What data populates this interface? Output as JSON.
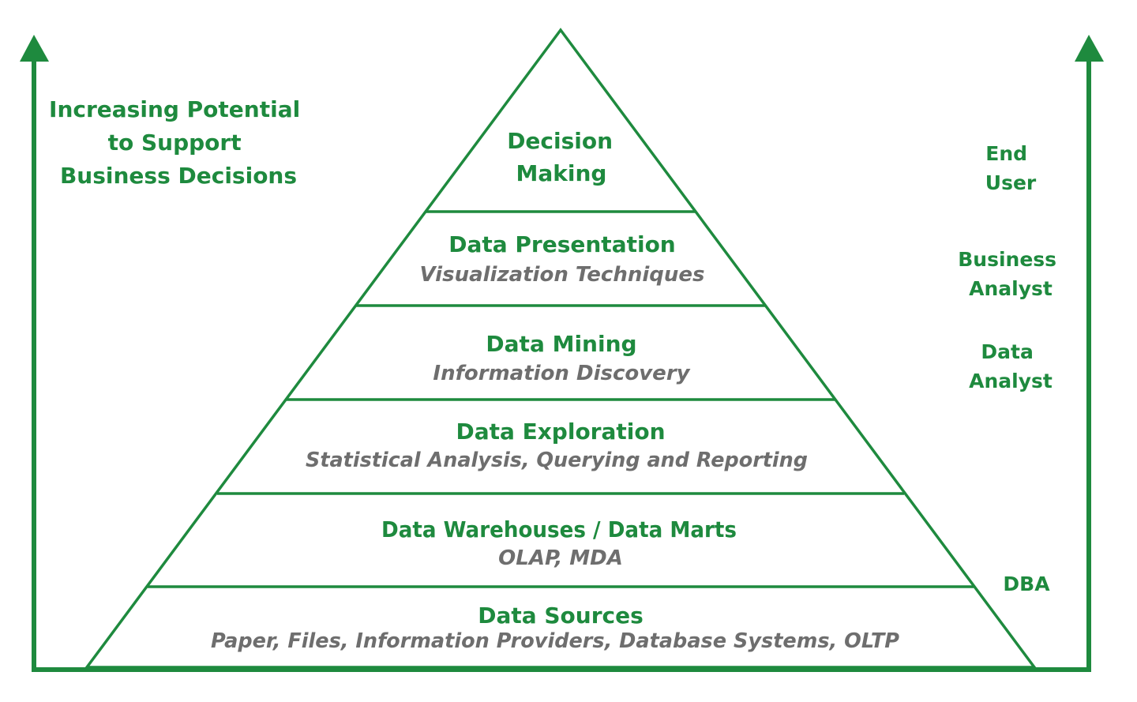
{
  "colors": {
    "accent": "#1e8a3e",
    "subtitle": "#6e6e6e",
    "background": "#ffffff"
  },
  "left_label": {
    "lines": [
      "Increasing Potential",
      "to Support",
      "Business Decisions"
    ]
  },
  "pyramid": {
    "levels": [
      {
        "title_lines": [
          "Decision",
          "Making"
        ],
        "subtitle": ""
      },
      {
        "title_lines": [
          "Data Presentation"
        ],
        "subtitle": "Visualization Techniques"
      },
      {
        "title_lines": [
          "Data Mining"
        ],
        "subtitle": "Information Discovery"
      },
      {
        "title_lines": [
          "Data Exploration"
        ],
        "subtitle": "Statistical Analysis, Querying and Reporting"
      },
      {
        "title_lines": [
          "Data Warehouses / Data Marts"
        ],
        "subtitle": "OLAP, MDA"
      },
      {
        "title_lines": [
          "Data Sources"
        ],
        "subtitle": "Paper, Files, Information Providers, Database Systems, OLTP"
      }
    ]
  },
  "roles": [
    {
      "lines": [
        "End",
        "User"
      ]
    },
    {
      "lines": [
        "Business",
        "Analyst"
      ]
    },
    {
      "lines": [
        "Data",
        "Analyst"
      ]
    },
    {
      "lines": [
        "DBA"
      ]
    }
  ]
}
